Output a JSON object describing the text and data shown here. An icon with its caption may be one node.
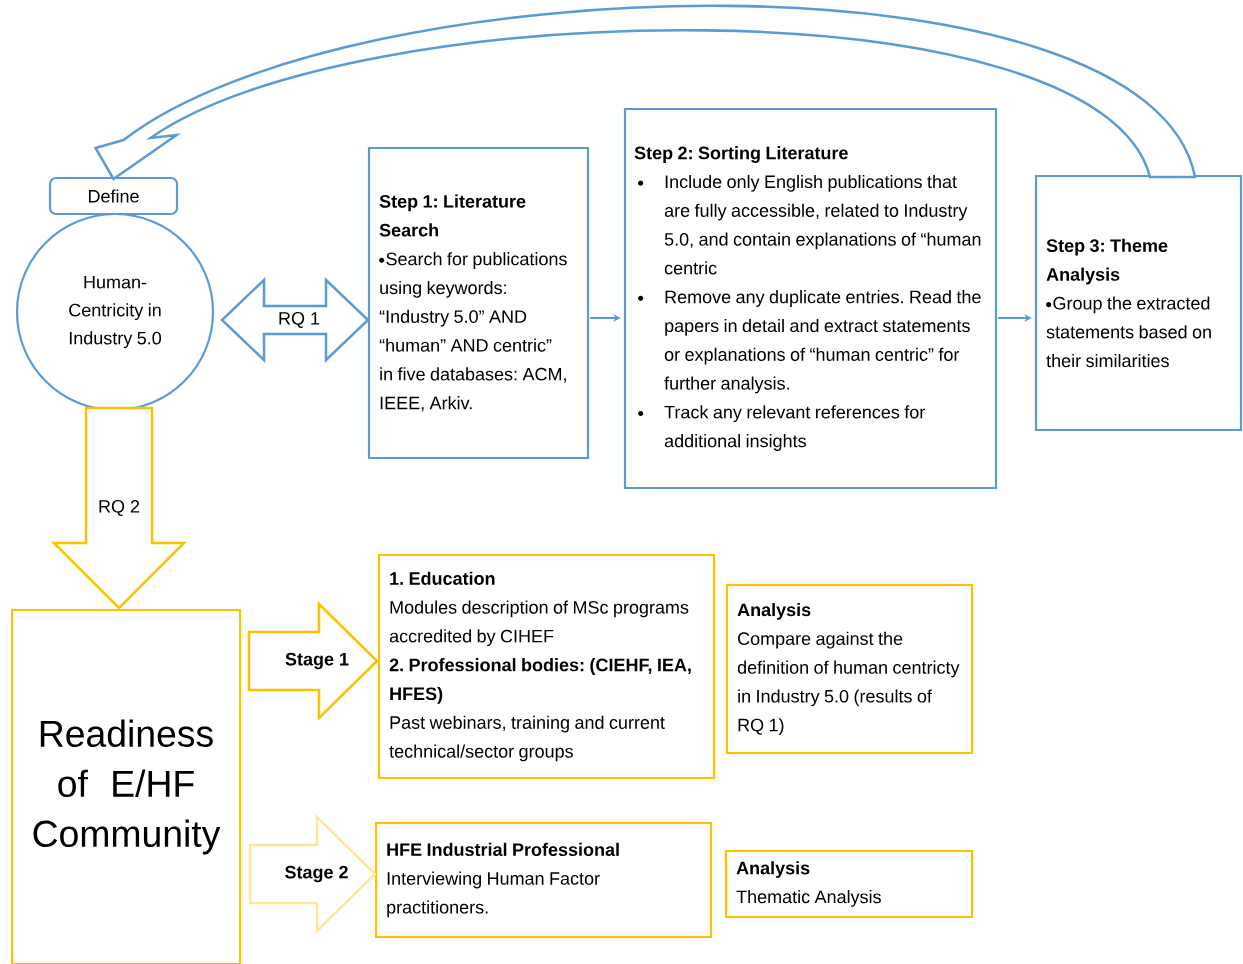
{
  "diagram": {
    "nodes": [
      {
        "text": [
          "Define"
        ]
      },
      {
        "text": [
          "Human-Centricity in Industry 5.0"
        ]
      },
      {
        "text": [
          "Step 1: Literature Search",
          "Search for publications using keywords: “Industry 5.0” AND “human” AND centric” in five databases: ACM, IEEE, Arkiv."
        ]
      },
      {
        "text": [
          "Step 2: Sorting Literature",
          "Include only English publications that are fully accessible, related to Industry 5.0, and contain explanations of “human centric",
          "Remove any duplicate entries. Read the papers in detail and extract statements or explanations of “human centric” for further analysis.",
          "Track any relevant references for additional insights"
        ]
      },
      {
        "text": [
          "Step 3: Theme Analysis",
          "Group the extracted statements based on their similarities"
        ]
      },
      {
        "text": [
          "Readiness of E/HF Community"
        ]
      },
      {
        "text": [
          "1. Education",
          "Modules description of MSc programs accredited by CIHEF",
          "2. Professional bodies: (CIEHF, IEA, HFES)",
          "Past webinars, training and current technical/sector groups"
        ]
      },
      {
        "text": [
          "Analysis",
          "Compare against the definition of human centricty in Industry 5.0 (results of RQ 1)"
        ]
      },
      {
        "text": [
          "HFE Industrial Professional",
          "Interviewing Human Factor practitioners."
        ]
      },
      {
        "text": [
          "Analysis",
          "Thematic Analysis"
        ]
      }
    ],
    "edges": [
      {
        "from": 4,
        "to": 0,
        "arrow": "to"
      },
      {
        "from": 1,
        "to": 2,
        "arrow": "both",
        "label": "RQ 1"
      },
      {
        "from": 2,
        "to": 3,
        "arrow": "to"
      },
      {
        "from": 3,
        "to": 4,
        "arrow": "to"
      },
      {
        "from": 1,
        "to": 5,
        "arrow": "to",
        "label": "RQ 2",
        "color": "#ffc000"
      },
      {
        "from": 5,
        "to": 6,
        "arrow": "to",
        "label": "Stage 1",
        "color": "#ffc000"
      },
      {
        "from": 5,
        "to": 8,
        "arrow": "to",
        "label": "Stage 2",
        "color": "#ffe699"
      }
    ]
  }
}
